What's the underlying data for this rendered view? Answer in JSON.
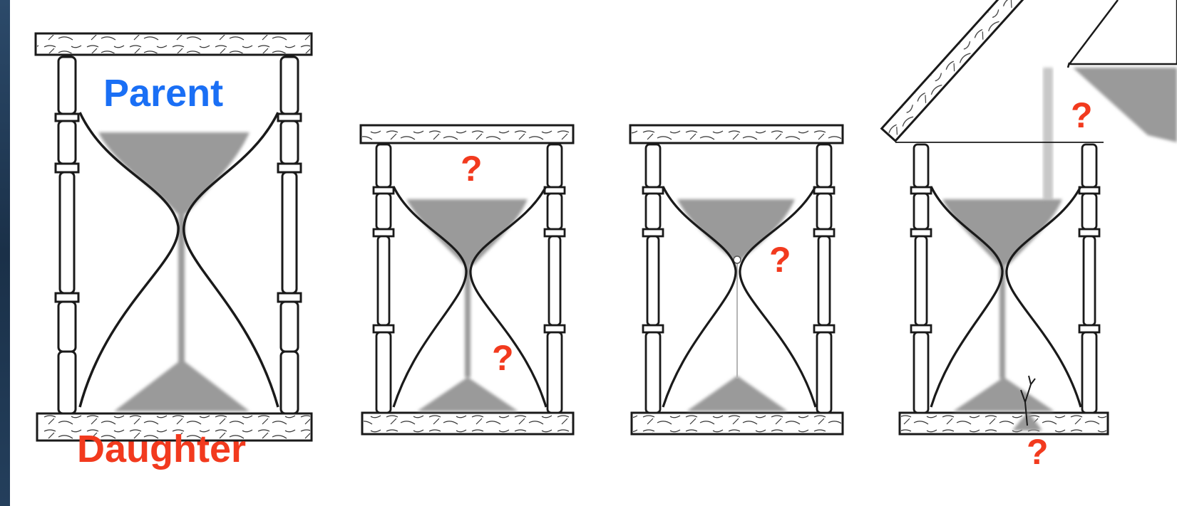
{
  "labels": {
    "parent": "Parent",
    "daughter": "Daughter",
    "question_mark": "?"
  },
  "colors": {
    "parent_label": "#1a6ff5",
    "daughter_label": "#f23a1e",
    "question_mark": "#f23a1e",
    "sand": "#9a9a9a",
    "ink": "#1a1a1a",
    "background_edge": "#1e3550"
  },
  "hourglasses": [
    {
      "id": "reference",
      "annotations": [
        "Parent",
        "Daughter"
      ]
    },
    {
      "id": "parent-or-daughter-changed",
      "annotations": [
        "?",
        "?"
      ]
    },
    {
      "id": "flow-rate-changed",
      "annotations": [
        "?"
      ]
    },
    {
      "id": "open-system",
      "annotations": [
        "?",
        "?"
      ]
    }
  ]
}
